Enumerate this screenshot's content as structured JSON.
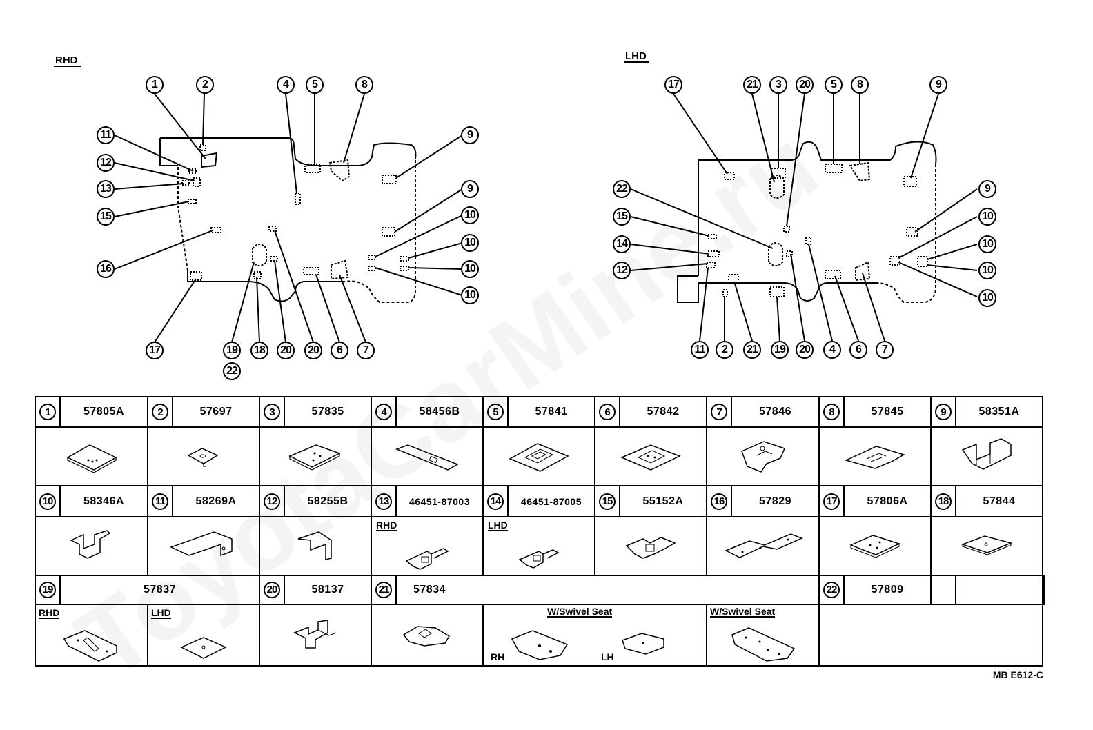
{
  "diagram": {
    "left_label": "RHD",
    "right_label": "LHD",
    "left_callouts": [
      "1",
      "2",
      "4",
      "5",
      "8",
      "9",
      "11",
      "12",
      "13",
      "15",
      "9",
      "10",
      "10",
      "10",
      "10",
      "16",
      "17",
      "19",
      "22",
      "18",
      "20",
      "20",
      "6",
      "7"
    ],
    "right_callouts": [
      "17",
      "21",
      "3",
      "20",
      "5",
      "8",
      "9",
      "22",
      "15",
      "14",
      "12",
      "9",
      "10",
      "10",
      "10",
      "10",
      "11",
      "2",
      "21",
      "19",
      "20",
      "4",
      "6",
      "7"
    ]
  },
  "parts": [
    {
      "no": "1",
      "code": "57805A",
      "icon": "plate-icon"
    },
    {
      "no": "2",
      "code": "57697",
      "icon": "small-pad-icon"
    },
    {
      "no": "3",
      "code": "57835",
      "icon": "plate-icon"
    },
    {
      "no": "4",
      "code": "58456B",
      "icon": "strip-icon"
    },
    {
      "no": "5",
      "code": "57841",
      "icon": "slotted-pad-icon"
    },
    {
      "no": "6",
      "code": "57842",
      "icon": "slotted-pad-icon"
    },
    {
      "no": "7",
      "code": "57846",
      "icon": "shaped-pad-icon"
    },
    {
      "no": "8",
      "code": "57845",
      "icon": "shaped-pad-icon"
    },
    {
      "no": "9",
      "code": "58351A",
      "icon": "bracket-icon"
    },
    {
      "no": "10",
      "code": "58346A",
      "icon": "bracket-icon"
    },
    {
      "no": "11",
      "code": "58269A",
      "icon": "angle-bracket-icon"
    },
    {
      "no": "12",
      "code": "58255B",
      "icon": "angle-bracket-icon"
    },
    {
      "no": "13",
      "code": "46451-87003",
      "icon": "clip-icon",
      "sub": "RHD"
    },
    {
      "no": "14",
      "code": "46451-87005",
      "icon": "clip-icon",
      "sub": "LHD"
    },
    {
      "no": "15",
      "code": "55152A",
      "icon": "clip-icon"
    },
    {
      "no": "16",
      "code": "57829",
      "icon": "strip-icon"
    },
    {
      "no": "17",
      "code": "57806A",
      "icon": "plate-icon"
    },
    {
      "no": "18",
      "code": "57844",
      "icon": "small-pad-icon"
    },
    {
      "no": "19",
      "code": "57837",
      "icon": "plate-icon",
      "sub_a": "RHD",
      "sub_b": "LHD"
    },
    {
      "no": "20",
      "code": "58137",
      "icon": "bracket-icon"
    },
    {
      "no": "21",
      "code": "57834",
      "icon": "plate-icon",
      "sub": "W/Swivel Seat",
      "rh": "RH",
      "lh": "LH"
    },
    {
      "no": "22",
      "code": "57809",
      "icon": "plate-icon",
      "sub": "W/Swivel Seat"
    }
  ],
  "doc_code": "MB E612-C",
  "watermark": "ToyotaCarMine.ru"
}
